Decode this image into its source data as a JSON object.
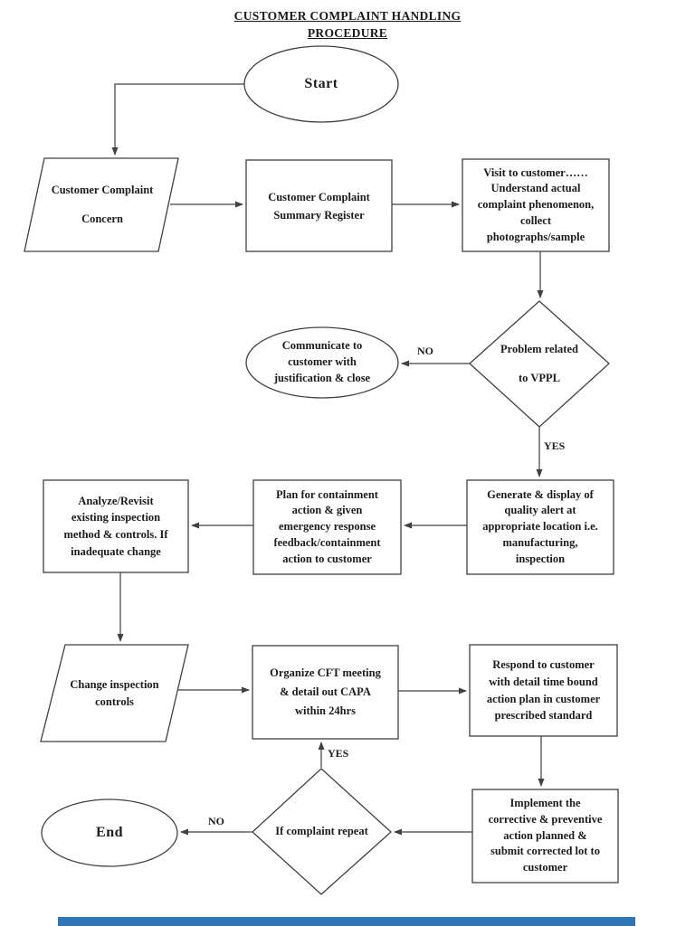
{
  "page": {
    "title_line1": "CUSTOMER COMPLAINT HANDLING",
    "title_line2": "PROCEDURE"
  },
  "nodes": {
    "start": "Start",
    "customer_complaint_concern": "Customer Complaint\nConcern",
    "summary_register": "Customer Complaint\nSummary Register",
    "visit_customer": "Visit to customer……\nUnderstand actual\ncomplaint phenomenon,\ncollect\nphotographs/sample",
    "problem_related": "Problem related\nto VPPL",
    "communicate_close": "Communicate to\ncustomer with\njustification & close",
    "generate_alert": "Generate & display of\nquality alert at\nappropriate location i.e.\nmanufacturing,\ninspection",
    "plan_containment": "Plan for containment\naction & given\nemergency response\nfeedback/containment\naction to customer",
    "analyze_revisit": "Analyze/Revisit\nexisting inspection\nmethod & controls. If\ninadequate change",
    "change_controls": "Change inspection\ncontrols",
    "organize_cft": "Organize CFT meeting\n& detail out CAPA\nwithin 24hrs",
    "respond_customer": "Respond to customer\nwith detail time bound\naction plan in customer\nprescribed standard",
    "implement_capa": "Implement the\ncorrective & preventive\naction planned &\nsubmit corrected lot to\ncustomer",
    "complaint_repeat": "If complaint repeat",
    "end": "End"
  },
  "edge_labels": {
    "problem_no": "NO",
    "problem_yes": "YES",
    "repeat_yes": "YES",
    "repeat_no": "NO"
  },
  "colors": {
    "line": "#404040",
    "text": "#1c1c1c",
    "footer_bar": "#2e75b6",
    "background": "#ffffff"
  }
}
